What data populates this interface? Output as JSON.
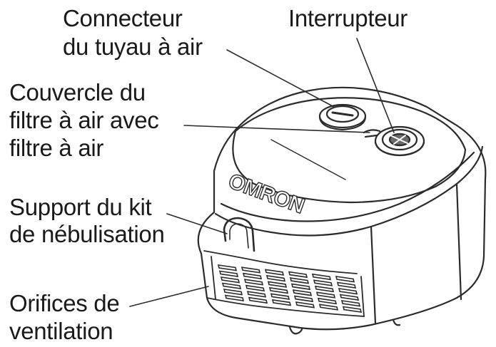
{
  "colors": {
    "line": "#2b2b2b",
    "body": "#ffffff",
    "shade": "#6a6a6a"
  },
  "labels": {
    "connector": {
      "line1": "Connecteur",
      "line2": "du tuyau à air"
    },
    "switch": {
      "line1": "Interrupteur"
    },
    "filter": {
      "line1": "Couvercle du",
      "line2": "filtre à air avec",
      "line3": "filtre à air"
    },
    "holder": {
      "line1": "Support du kit",
      "line2": "de nébulisation"
    },
    "vents": {
      "line1": "Orifices de",
      "line2": "ventilation"
    }
  },
  "device": {
    "brand_logo": "OMRON"
  }
}
